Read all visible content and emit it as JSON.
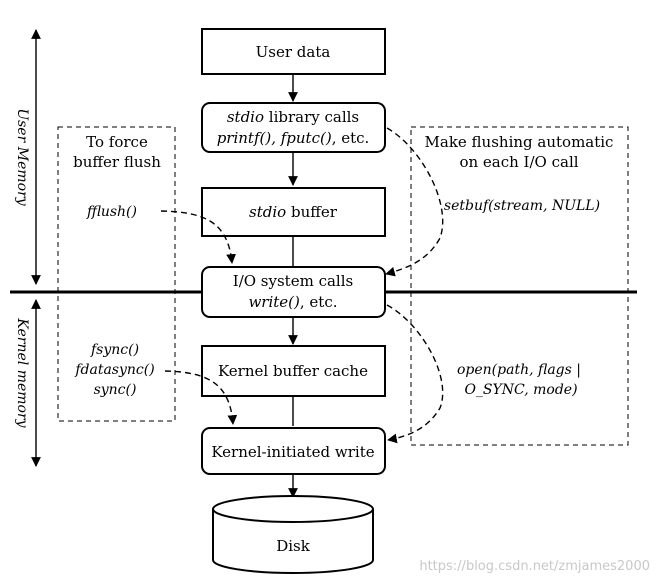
{
  "boxes": {
    "user_data": "User data",
    "stdio_calls_line1_ital": "stdio",
    "stdio_calls_line1_rest": " library calls",
    "stdio_calls_line2_ital": "printf(), fputc()",
    "stdio_calls_line2_rest": ", etc.",
    "stdio_buffer_ital": "stdio",
    "stdio_buffer_rest": " buffer",
    "io_calls_line1": "I/O system calls",
    "io_calls_line2_ital": "write()",
    "io_calls_line2_rest": ", etc.",
    "kernel_buffer_cache": "Kernel buffer cache",
    "kernel_initiated_write": "Kernel-initiated write",
    "disk": "Disk"
  },
  "left_panel": {
    "title_line1": "To force",
    "title_line2": "buffer flush",
    "fflush": "fflush()",
    "fsync": "fsync()",
    "fdatasync": "fdatasync()",
    "sync": "sync()"
  },
  "right_panel": {
    "title_line1": "Make flushing automatic",
    "title_line2": "on each I/O call",
    "setbuf": "setbuf(stream, NULL)",
    "open_line1": "open(path, flags |",
    "open_line2": "O_SYNC, mode)"
  },
  "side_labels": {
    "user_memory": "User Memory",
    "kernel_memory": "Kernel memory"
  },
  "watermark": "https://blog.csdn.net/zmjames2000"
}
